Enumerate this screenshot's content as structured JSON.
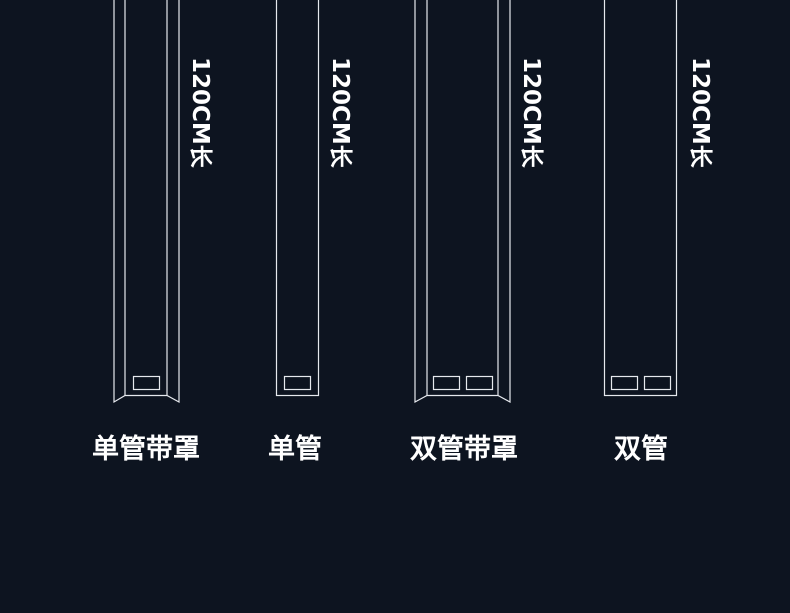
{
  "fixtures": [
    {
      "id": "single-tube-cover",
      "label": "单管带罩",
      "length_label": "120CM长",
      "tubes": 1,
      "cover": true
    },
    {
      "id": "single-tube",
      "label": "单管",
      "length_label": "120CM长",
      "tubes": 1,
      "cover": false
    },
    {
      "id": "double-tube-cover",
      "label": "双管带罩",
      "length_label": "120CM长",
      "tubes": 2,
      "cover": true
    },
    {
      "id": "double-tube",
      "label": "双管",
      "length_label": "120CM长",
      "tubes": 2,
      "cover": false
    }
  ],
  "colors": {
    "background": "#0d1420",
    "line": "#e6e9ee",
    "text": "#ffffff"
  }
}
